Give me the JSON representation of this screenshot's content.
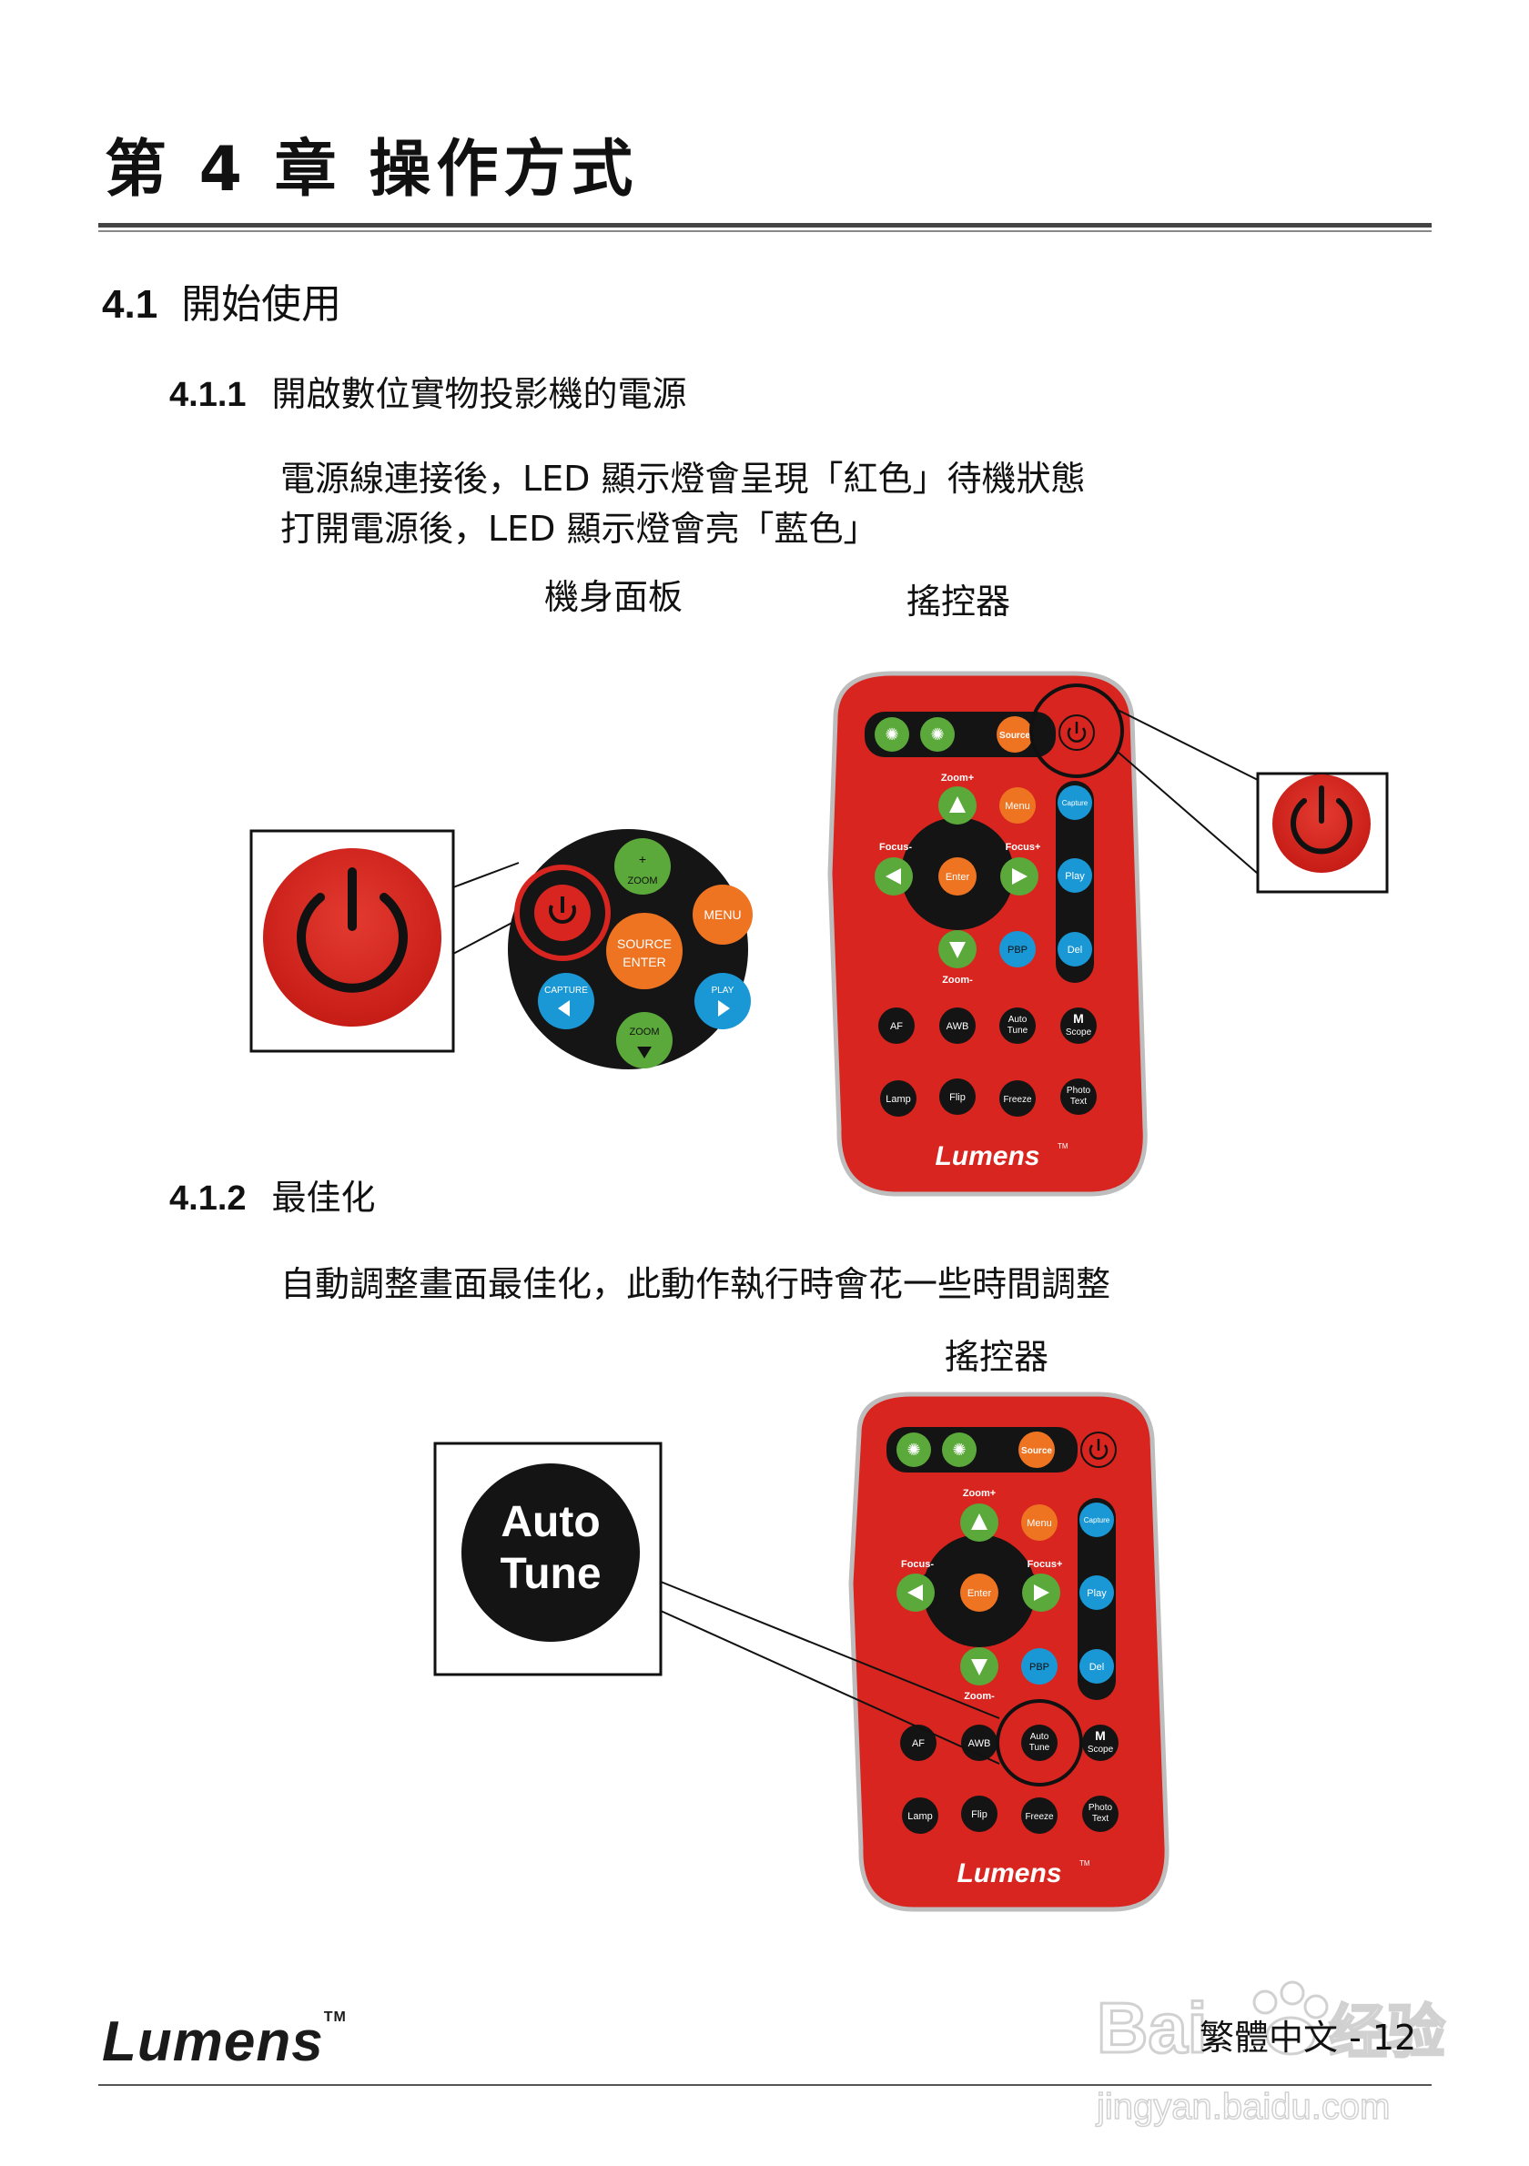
{
  "chapter": {
    "title": "第 4 章 操作方式"
  },
  "section": {
    "number": "4.1",
    "title": "開始使用"
  },
  "sub1": {
    "number": "4.1.1",
    "title": "開啟數位實物投影機的電源",
    "line1": "電源線連接後，LED 顯示燈會呈現「紅色」待機狀態",
    "line2": "打開電源後，LED 顯示燈會亮「藍色」",
    "caption_panel": "機身面板",
    "caption_remote": "搖控器"
  },
  "sub2": {
    "number": "4.1.2",
    "title": "最佳化",
    "line1": "自動調整畫面最佳化，此動作執行時會花一些時間調整",
    "caption_remote": "搖控器",
    "zoom_text": {
      "line1": "Auto",
      "line2": "Tune"
    }
  },
  "panel_buttons": {
    "zoom_plus": "ZOOM",
    "menu": "MENU",
    "source": "SOURCE",
    "enter": "ENTER",
    "capture": "CAPTURE",
    "play": "PLAY",
    "zoom_minus": "ZOOM"
  },
  "remote": {
    "source": "Source",
    "zoom_plus": "Zoom+",
    "zoom_minus": "Zoom-",
    "focus_minus": "Focus-",
    "focus_plus": "Focus+",
    "menu": "Menu",
    "capture": "Capture",
    "enter": "Enter",
    "play": "Play",
    "pbp": "PBP",
    "del": "Del",
    "af": "AF",
    "awb": "AWB",
    "auto1": "Auto",
    "auto2": "Tune",
    "m1": "M",
    "m2": "Scope",
    "lamp": "Lamp",
    "flip": "Flip",
    "freeze": "Freeze",
    "photo1": "Photo",
    "photo2": "Text",
    "brand": "Lumens",
    "tm": "TM"
  },
  "footer": {
    "logo": "Lumens",
    "tm": "TM",
    "page": "繁體中文 - 12"
  },
  "watermark": {
    "text1": "Bai",
    "text2": "经验",
    "text3": "jingyan.baidu.com"
  },
  "colors": {
    "remote_red": "#d8251f",
    "power_red": "#d7261e",
    "green": "#5aa93a",
    "orange": "#ee7422",
    "blue": "#1a98d5",
    "black": "#141414"
  }
}
